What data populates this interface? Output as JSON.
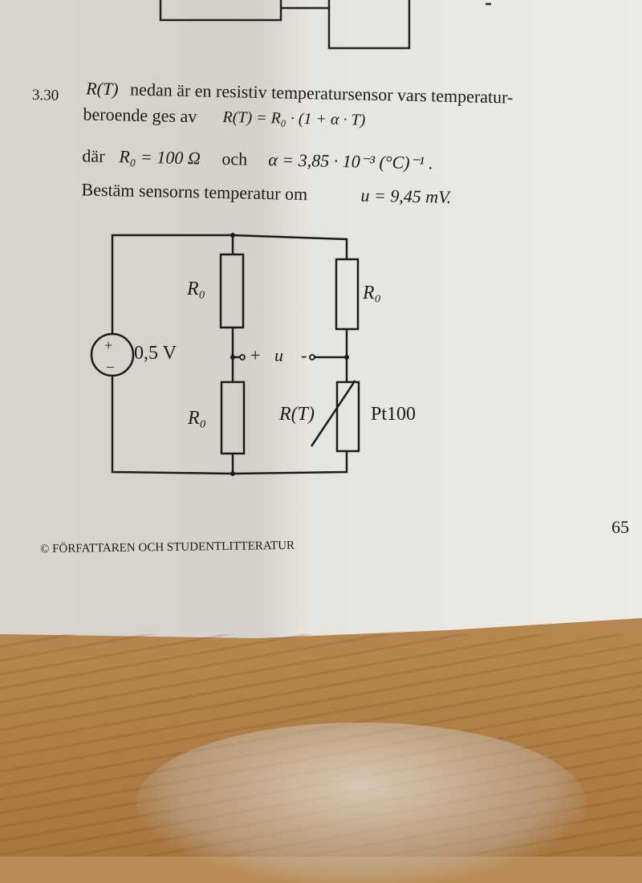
{
  "problem": {
    "number": "3.30",
    "line1_var": "R(T)",
    "line1_text": "nedan är en resistiv temperatursensor vars temperatur-",
    "line2_text": "beroende ges av",
    "line2_formula": "R(T) = R₀ · (1 + α · T)",
    "line3_text1": "där",
    "line3_formula1": "R₀ = 100 Ω",
    "line3_text2": "och",
    "line3_formula2": "α = 3,85 · 10⁻³ (°C)⁻¹ .",
    "line4_text": "Bestäm sensorns temperatur om",
    "line4_formula": "u = 9,45 mV."
  },
  "circuit": {
    "source_label": "0,5 V",
    "r_top_left": "R₀",
    "r_top_right": "R₀",
    "r_bottom_left": "R₀",
    "sensor_label": "R(T)",
    "sensor_type": "Pt100",
    "u_plus": "+",
    "u_label": "u",
    "u_minus": "-"
  },
  "footer": {
    "copyright": "© FÖRFATTAREN OCH STUDENTLITTERATUR",
    "page_number": "65"
  }
}
